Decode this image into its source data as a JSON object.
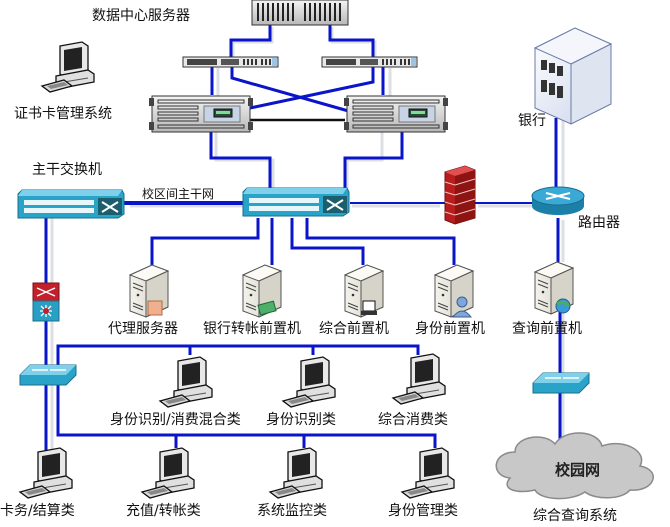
{
  "title": "校园一卡通网络拓扑图",
  "colors": {
    "link": "#0a14c8",
    "link_shadow": "#d8dce0",
    "switch": "#2aa3c9",
    "firewall": "#c02020",
    "cloud": "#c8c8c8"
  },
  "labels": {
    "datacenter": "数据中心服务器",
    "cert_card_system": "证书卡管理系统",
    "core_switch": "主干交换机",
    "campus_backbone": "校区间主干网",
    "bank": "银行",
    "router": "路由器",
    "proxy_server": "代理服务器",
    "bank_transfer_frontend": "银行转帐前置机",
    "integrated_frontend": "综合前置机",
    "identity_frontend": "身份前置机",
    "query_frontend": "查询前置机",
    "id_consume_mixed": "身份识别/消费混合类",
    "id_recognition": "身份识别类",
    "integrated_consume": "综合消费类",
    "card_settlement": "卡务/结算类",
    "recharge_transfer": "充值/转帐类",
    "system_monitor": "系统监控类",
    "identity_management": "身份管理类",
    "campus_network": "校园网",
    "integrated_query_system": "综合查询系统"
  }
}
